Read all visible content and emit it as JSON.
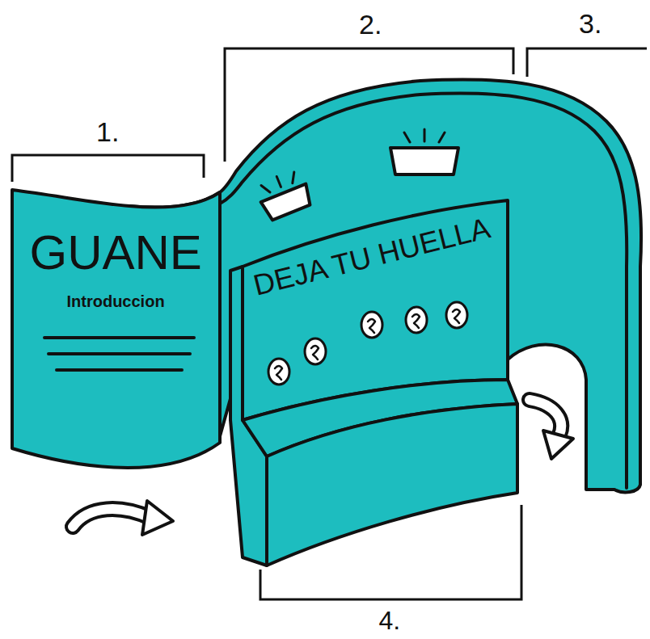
{
  "diagram": {
    "nodes": [
      {
        "text": [
          "GUANE",
          "Introduccion"
        ]
      },
      {
        "text": [
          "DEJA TU HUELLA"
        ]
      }
    ],
    "labels": [
      "1.",
      "2.",
      "3.",
      "4."
    ]
  }
}
